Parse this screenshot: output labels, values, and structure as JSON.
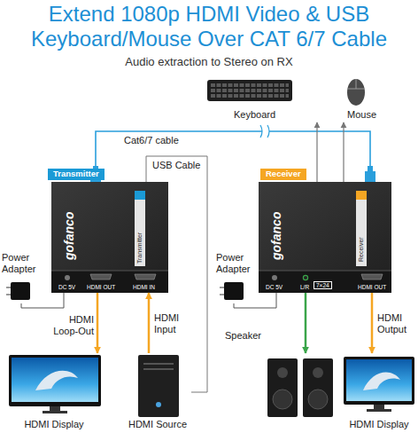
{
  "diagram": {
    "title": "Extend 1080p HDMI Video & USB Keyboard/Mouse Over CAT 6/7 Cable",
    "nodes": [
      {
        "text": [
          "Keyboard"
        ]
      },
      {
        "text": [
          "Mouse"
        ]
      },
      {
        "text": [
          "Transmitter",
          "gofanco",
          "Transmitter",
          "DC 5V",
          "HDMI OUT",
          "HDMI IN"
        ]
      },
      {
        "text": [
          "Receiver",
          "gofanco",
          "Receiver",
          "DC 5V",
          "L/R",
          "7×24",
          "HDMI OUT"
        ]
      },
      {
        "text": [
          "Power Adapter"
        ]
      },
      {
        "text": [
          "Power Adapter"
        ]
      },
      {
        "text": [
          "HDMI Display"
        ]
      },
      {
        "text": [
          "HDMI Source"
        ]
      },
      {
        "text": [
          "Speaker"
        ]
      },
      {
        "text": [
          "HDMI Display"
        ]
      }
    ],
    "edges": [
      {
        "from": 2,
        "to": 3,
        "label": "Cat6/7 cable",
        "arrow": "none"
      },
      {
        "from": 3,
        "to": 0,
        "arrow": "to"
      },
      {
        "from": 3,
        "to": 1,
        "arrow": "to"
      },
      {
        "from": 2,
        "to": 7,
        "label": "USB Cable",
        "arrow": "none"
      },
      {
        "from": 4,
        "to": 2,
        "arrow": "none"
      },
      {
        "from": 5,
        "to": 3,
        "arrow": "none"
      },
      {
        "from": 2,
        "to": 6,
        "label": "HDMI Loop-Out",
        "arrow": "to"
      },
      {
        "from": 7,
        "to": 2,
        "label": "HDMI Input",
        "arrow": "to"
      },
      {
        "from": 3,
        "to": 8,
        "arrow": "to"
      },
      {
        "from": 3,
        "to": 9,
        "label": "HDMI Output",
        "arrow": "to"
      }
    ],
    "labels": [
      "Audio extraction to Stereo on RX"
    ]
  }
}
